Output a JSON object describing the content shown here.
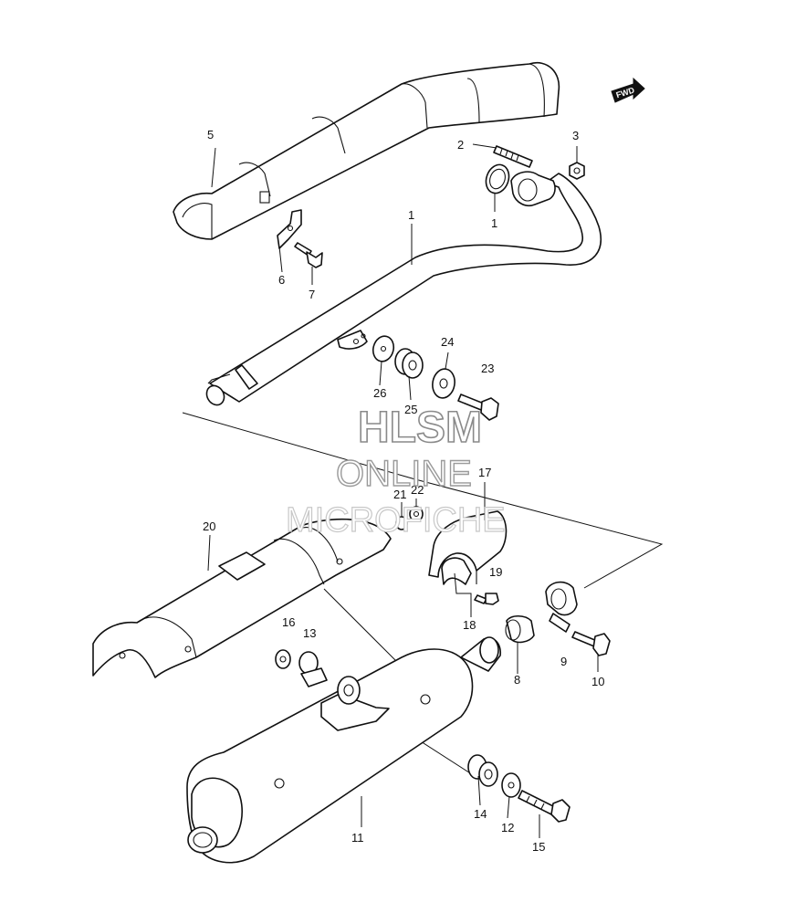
{
  "watermark": {
    "line1": "HLSM",
    "line2": "ONLINE",
    "line3": "MICROFICHE"
  },
  "direction_marker": {
    "label": "FWD"
  },
  "callouts": {
    "c1": "1",
    "c1b": "1",
    "c2": "2",
    "c3": "3",
    "c5": "5",
    "c6": "6",
    "c7": "7",
    "c8": "8",
    "c9": "9",
    "c10": "10",
    "c11": "11",
    "c12": "12",
    "c13": "13",
    "c14": "14",
    "c15": "15",
    "c16": "16",
    "c17": "17",
    "c18": "18",
    "c19": "19",
    "c20": "20",
    "c21": "21",
    "c22": "22",
    "c23": "23",
    "c24": "24",
    "c25": "25",
    "c26": "26"
  }
}
